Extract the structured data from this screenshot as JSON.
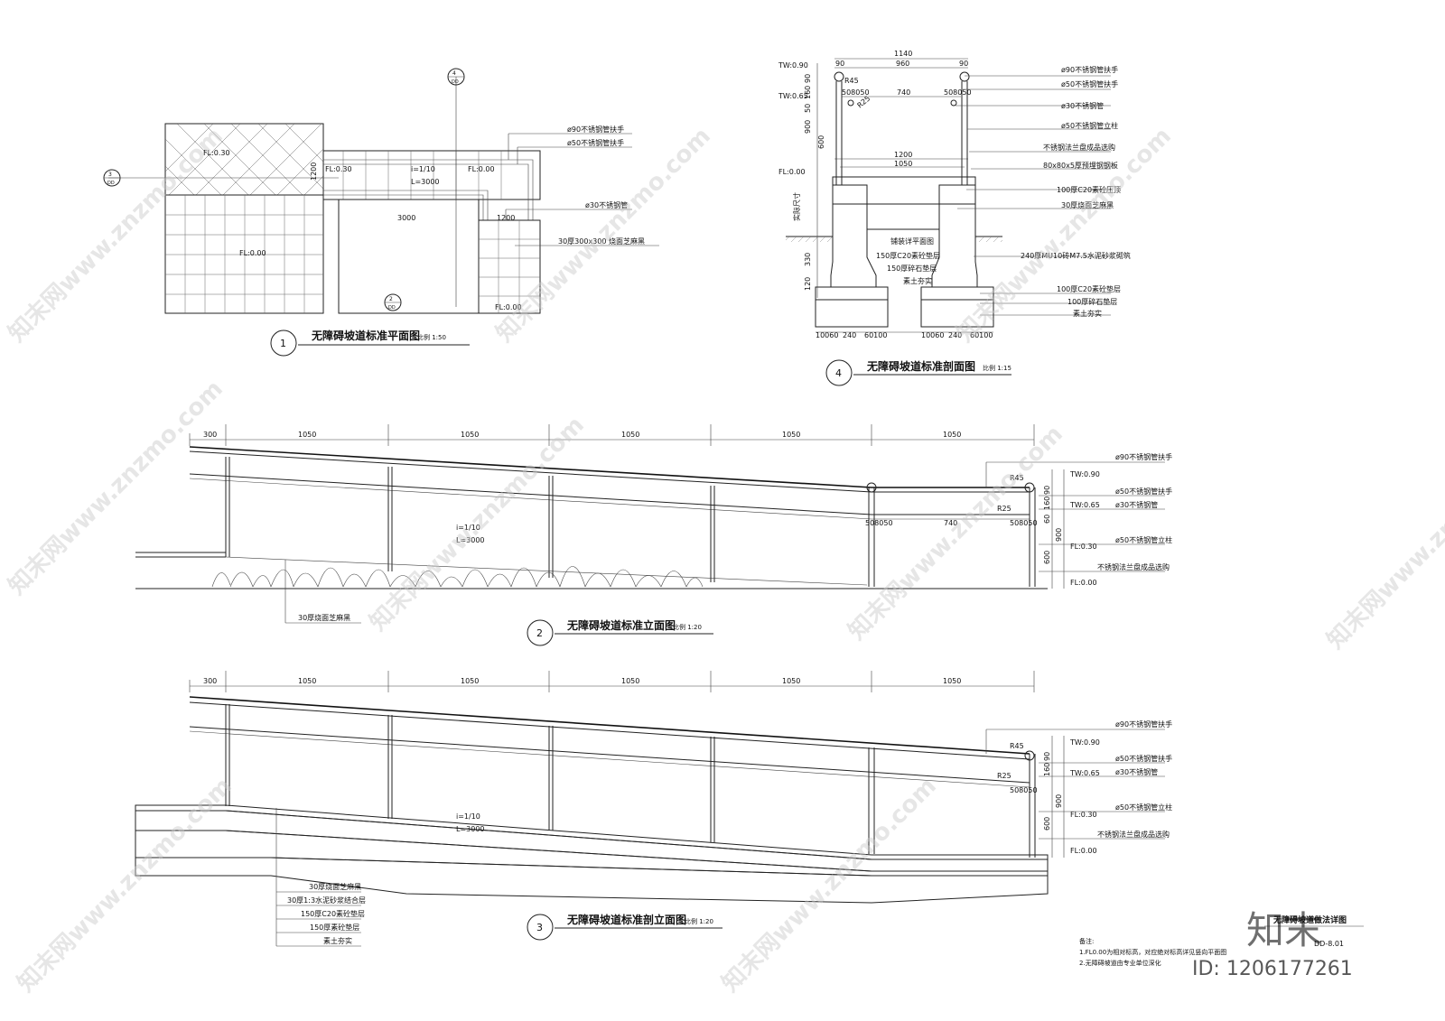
{
  "drawings": {
    "plan": {
      "number": "1",
      "title": "无障碍坡道标准平面图",
      "scale": "比例 1:50",
      "callouts": [
        "ø90不锈钢管扶手",
        "ø50不锈钢管扶手",
        "ø30不锈钢管",
        "30厚300x300 烧面芝麻黑"
      ],
      "levels": [
        "FL:0.30",
        "FL:0.30",
        "FL:0.00",
        "FL:0.00",
        "FL:0.00"
      ],
      "slope": "i=1/10",
      "length": "L=3000",
      "dims": [
        "3000",
        "1200",
        "1200"
      ],
      "markers": [
        {
          "num": "3",
          "sheet": "DD"
        },
        {
          "num": "4",
          "sheet": "DD"
        },
        {
          "num": "2",
          "sheet": "DD"
        }
      ]
    },
    "section_detail": {
      "number": "4",
      "title": "无障碍坡道标准剖面图",
      "scale": "比例 1:15",
      "top_dims": [
        "1140",
        "960",
        "90",
        "90",
        "740",
        "1200",
        "1050"
      ],
      "bottom_dims": [
        "10060",
        "240",
        "60100",
        "10060",
        "240",
        "60100"
      ],
      "vert_dims": [
        "90",
        "160",
        "50",
        "600",
        "900",
        "330",
        "120"
      ],
      "radii": [
        "R45",
        "R25"
      ],
      "small_dims": [
        "508050",
        "508050"
      ],
      "levels": [
        "TW:0.90",
        "TW:0.65",
        "FL:0.00"
      ],
      "side_label": "实际尺寸",
      "callouts": [
        "ø90不锈钢管扶手",
        "ø50不锈钢管扶手",
        "ø30不锈钢管",
        "ø50不锈钢管立柱",
        "不锈钢法兰盘成品选购",
        "80x80x5厚预埋钢钢板",
        "100厚C20素砼压顶",
        "30厚烧面芝麻黑",
        "240厚MU10砖M7.5水泥砂浆砌筑",
        "100厚C20素砼垫层",
        "100厚碎石垫层",
        "素土夯实"
      ],
      "inner_labels": [
        "铺装详平面图",
        "150厚C20素砼垫层",
        "150厚碎石垫层",
        "素土夯实"
      ]
    },
    "elevation": {
      "number": "2",
      "title": "无障碍坡道标准立面图",
      "scale": "比例 1:20",
      "bay_dims": [
        "300",
        "1050",
        "1050",
        "1050",
        "1050",
        "1050"
      ],
      "slope": "i=1/10",
      "length": "L=3000",
      "levels": [
        "TW:0.90",
        "TW:0.65",
        "FL:0.30",
        "FL:0.00"
      ],
      "radii": [
        "R45",
        "R25"
      ],
      "small_dims": [
        "508050",
        "740",
        "508050"
      ],
      "vert_dims": [
        "160",
        "90",
        "600",
        "900",
        "60"
      ],
      "callouts": [
        "ø90不锈钢管扶手",
        "ø50不锈钢管扶手",
        "ø30不锈钢管",
        "ø50不锈钢管立柱",
        "不锈钢法兰盘成品选购"
      ],
      "material": "30厚烧面芝麻黑"
    },
    "cut_elevation": {
      "number": "3",
      "title": "无障碍坡道标准剖立面图",
      "scale": "比例 1:20",
      "bay_dims": [
        "300",
        "1050",
        "1050",
        "1050",
        "1050",
        "1050"
      ],
      "slope": "i=1/10",
      "length": "L=3000",
      "levels": [
        "TW:0.90",
        "TW:0.65",
        "FL:0.30",
        "FL:0.00"
      ],
      "radii": [
        "R45",
        "R25"
      ],
      "small_dims": [
        "508050"
      ],
      "vert_dims": [
        "160",
        "90",
        "600",
        "900"
      ],
      "callouts": [
        "ø90不锈钢管扶手",
        "ø50不锈钢管扶手",
        "ø30不锈钢管",
        "ø50不锈钢管立柱",
        "不锈钢法兰盘成品选购"
      ],
      "layers": [
        "30厚烧面芝麻黑",
        "30厚1:3水泥砂浆结合层",
        "150厚C20素砼垫层",
        "150厚素砼垫层",
        "素土夯实"
      ]
    }
  },
  "notes": {
    "heading": "备注:",
    "lines": [
      "1.FL0.00为相对标高，对应绝对标高详见竖向平面图",
      "2.无障碍坡道由专业单位深化"
    ]
  },
  "title_block": {
    "drawing_name": "无障碍坡道做法详图",
    "sheet_no": "DD-8.01"
  },
  "watermark": {
    "text": "知末网www.znzmo.com",
    "logo": "知末",
    "id": "ID: 1206177261"
  }
}
